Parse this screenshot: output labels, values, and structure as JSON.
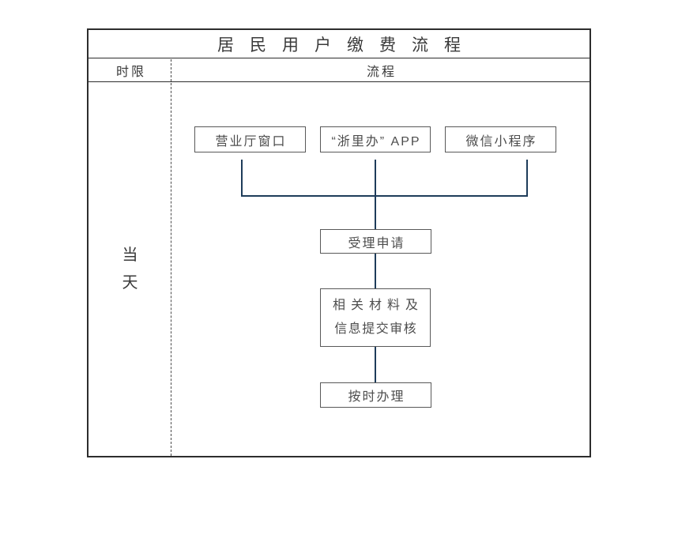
{
  "title": "居民用户缴费流程",
  "table": {
    "col_time": "时限",
    "col_process": "流程"
  },
  "duration": {
    "char1": "当",
    "char2": "天"
  },
  "flow": {
    "channels": [
      {
        "label": "营业厅窗口"
      },
      {
        "label": "“浙里办” APP"
      },
      {
        "label": "微信小程序"
      }
    ],
    "steps": {
      "accept": "受理申请",
      "review_line1": "相关材料及",
      "review_line2": "信息提交审核",
      "process": "按时办理"
    }
  },
  "colors": {
    "frame_border": "#2d2d2d",
    "box_border": "#595959",
    "connector": "#1e3c5a",
    "text": "#3f3f3f"
  }
}
